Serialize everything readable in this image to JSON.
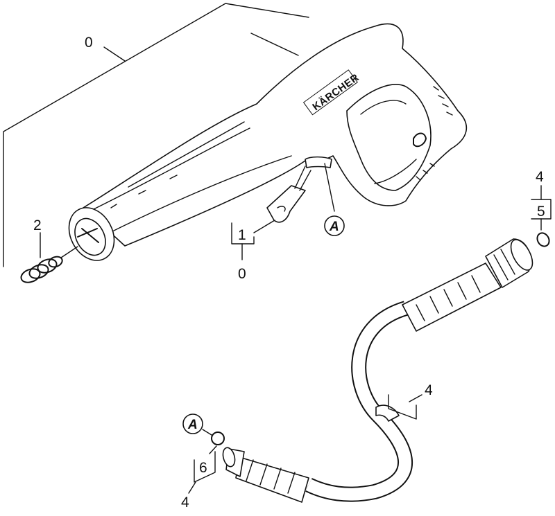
{
  "brand_text": "KÄRCHER",
  "labels": {
    "gun_assembly": "0",
    "clip_group": "0",
    "clip_part": "1",
    "spring": "2",
    "hose_top": "4",
    "hose_oring": "5",
    "hose_mid": "4",
    "hose_bottom_group": "4",
    "hose_bottom_oring": "6"
  },
  "connection_markers": {
    "gun_outlet": "A",
    "hose_end": "A"
  }
}
